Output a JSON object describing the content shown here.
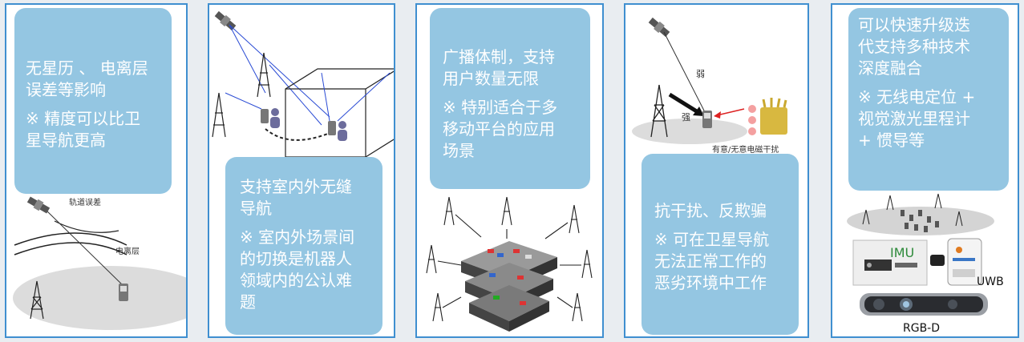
{
  "panels": [
    {
      "line1": "无星历 、 电离层",
      "line2": "误差等影响",
      "note1": "※   精度可以比卫",
      "note2": "星导航更高",
      "label_orbit": "轨道误差",
      "label_iono": "电离层"
    },
    {
      "line1": "支持室内外无缝",
      "line2": "导航",
      "note1": "※   室内外场景间",
      "note2": "的切换是机器人",
      "note3": "领域内的公认难",
      "note4": "题"
    },
    {
      "line1": "广播体制，支持",
      "line2": "用户数量无限",
      "note1": "※  特别适合于多",
      "note2": "移动平台的应用",
      "note3": "场景"
    },
    {
      "label_weak": "弱",
      "label_strong": "强",
      "label_jam": "有意/无意电磁干扰",
      "line1": "抗干扰、反欺骗",
      "note1": "※   可在卫星导航",
      "note2": "无法正常工作的",
      "note3": "恶劣环境中工作"
    },
    {
      "line1": "可以快速升级迭",
      "line2": "代支持多种技术",
      "line3": "深度融合",
      "note1": "※  无线电定位 +",
      "note2": "视觉激光里程计",
      "note3": "+ 惯导等",
      "label_imu": "IMU",
      "label_uwb": "UWB",
      "label_rgbd": "RGB-D"
    }
  ]
}
